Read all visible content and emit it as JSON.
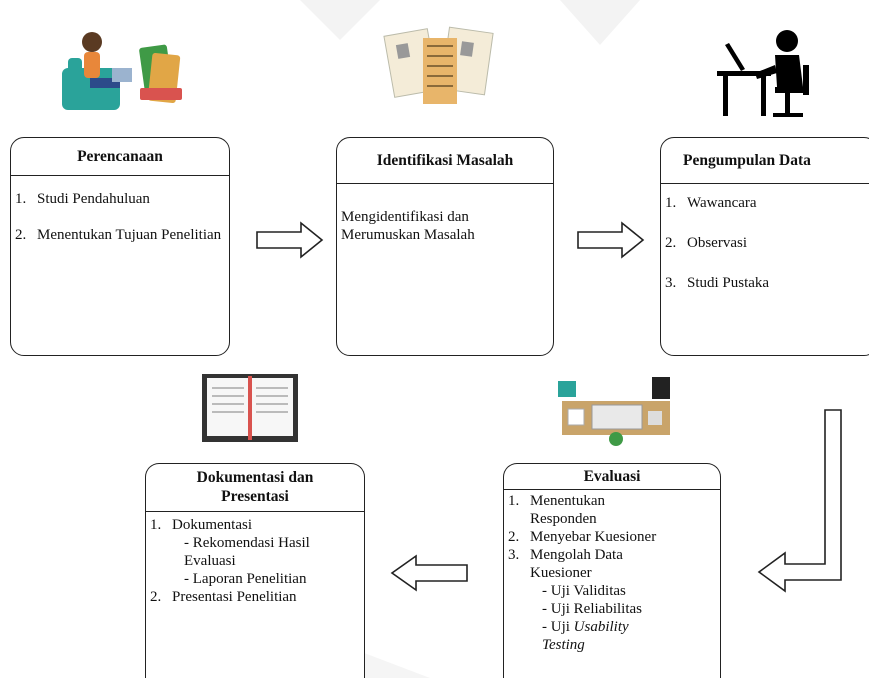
{
  "boxes": {
    "perencanaan": {
      "title": "Perencanaan",
      "items": [
        {
          "num": "1.",
          "text": "Studi Pendahuluan"
        },
        {
          "num": "2.",
          "text": "Menentukan Tujuan Penelitian"
        }
      ]
    },
    "identifikasi": {
      "title": "Identifikasi Masalah",
      "text": "Mengidentifikasi dan Merumuskan Masalah"
    },
    "pengumpulan": {
      "title": "Pengumpulan Data",
      "items": [
        {
          "num": "1.",
          "text": "Wawancara"
        },
        {
          "num": "2.",
          "text": "Observasi"
        },
        {
          "num": "3.",
          "text": "Studi Pustaka"
        }
      ]
    },
    "evaluasi": {
      "title": "Evaluasi",
      "items": [
        {
          "num": "1.",
          "text": "Menentukan Responden"
        },
        {
          "num": "2.",
          "text": "Menyebar Kuesioner"
        },
        {
          "num": "3.",
          "text": "Mengolah Data Kuesioner"
        }
      ],
      "subitems": [
        "- Uji Validitas",
        "- Uji Reliabilitas"
      ],
      "sub_last_prefix": "- Uji",
      "sub_last_italic": "Usability Testing"
    },
    "dokumentasi": {
      "title": "Dokumentasi dan Presentasi",
      "items": [
        {
          "num": "1.",
          "text": "Dokumentasi"
        },
        {
          "num": "2.",
          "text": "Presentasi Penelitian"
        }
      ],
      "subitems": [
        "- Rekomendasi Hasil Evaluasi",
        "- Laporan Penelitian"
      ]
    }
  },
  "icons": [
    "person-reading-icon",
    "documents-icon",
    "person-at-desk-icon",
    "open-book-icon",
    "desk-workspace-icon"
  ],
  "colors": {
    "border": "#222222",
    "arrow_fill": "#ffffff",
    "teal": "#2aa39a",
    "green": "#3f9a46",
    "orange": "#e8873a"
  }
}
